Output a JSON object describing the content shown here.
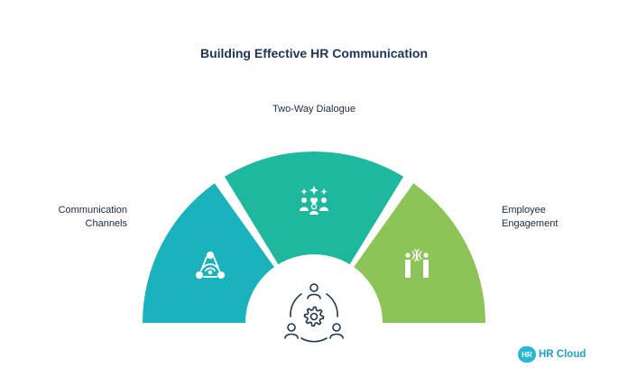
{
  "title": "Building Effective HR Communication",
  "segments": [
    {
      "label_lines": [
        "Communication",
        "Channels"
      ],
      "color": "#1ab3bd",
      "icon": "network-share-icon"
    },
    {
      "label_lines": [
        "Two-Way Dialogue"
      ],
      "color": "#1db89d",
      "icon": "team-sparkle-icon"
    },
    {
      "label_lines": [
        "Employee",
        "Engagement"
      ],
      "color": "#8cc457",
      "icon": "people-talking-icon"
    }
  ],
  "center_icon": "team-gear-icon",
  "colors": {
    "title": "#1d3557",
    "icon_stroke": "#1d3557",
    "brand": "#1ba5c8"
  },
  "brand": {
    "badge": "HR",
    "name": "HR Cloud"
  }
}
